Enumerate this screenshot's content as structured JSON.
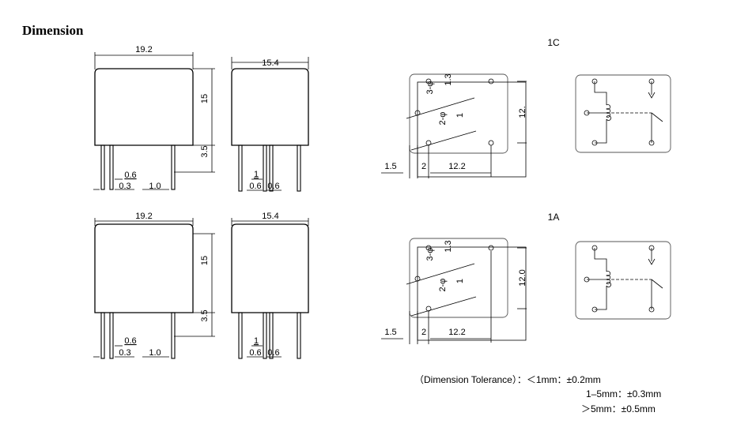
{
  "title": "Dimension",
  "side_view": {
    "width": "19.2",
    "height": "15",
    "pin_length": "3.5",
    "pin_width": "0.6",
    "pin_thickness": "0.3",
    "pin_spacing": "1.0"
  },
  "end_view": {
    "width_top": "15.4",
    "width_bottom": "15.4",
    "pin_gap": "1",
    "pin_w1": "0.6",
    "pin_w2": "0.6"
  },
  "pcb_1c": {
    "label": "1C",
    "d13": "1.3",
    "d34": "3-φ",
    "d2phi": "2-φ",
    "d1": "1",
    "d12": "12.",
    "d15": "1.5",
    "d2": "2",
    "d122": "12.2"
  },
  "pcb_1a": {
    "label": "1A",
    "d13": "1.3",
    "d34": "3-φ",
    "d2phi": "2-φ",
    "d1": "1",
    "d12": "12.0",
    "d15": "1.5",
    "d2": "2",
    "d122": "12.2"
  },
  "tolerance": {
    "line1": "（Dimension Tolerance）：＜1mm：±0.2mm",
    "line2": "1–5mm：±0.3mm",
    "line3": "＞5mm：±0.5mm"
  }
}
